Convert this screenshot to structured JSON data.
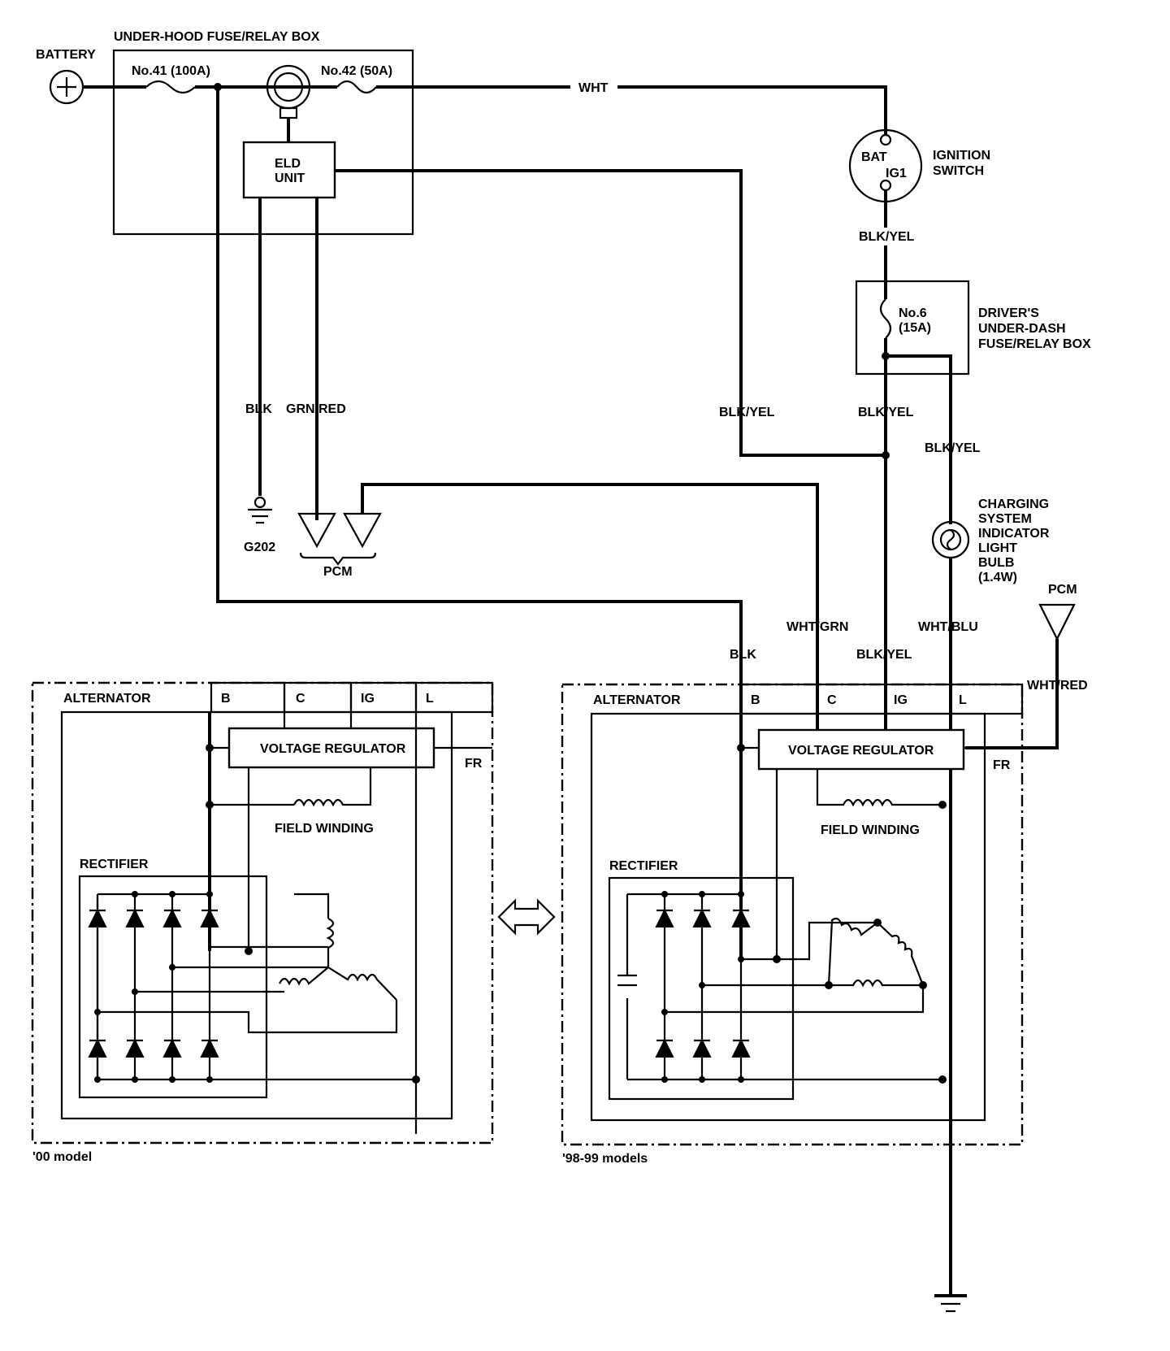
{
  "components": {
    "battery": "BATTERY",
    "fuse_box": "UNDER-HOOD FUSE/RELAY BOX",
    "fuse41": "No.41 (100A)",
    "fuse42": "No.42 (50A)",
    "eld_line1": "ELD",
    "eld_line2": "UNIT",
    "ignition_line1": "IGNITION",
    "ignition_line2": "SWITCH",
    "ign_bat": "BAT",
    "ign_ig1": "IG1",
    "dash_box_line1": "DRIVER'S",
    "dash_box_line2": "UNDER-DASH",
    "dash_box_line3": "FUSE/RELAY BOX",
    "fuse6_line1": "No.6",
    "fuse6_line2": "(15A)",
    "bulb_line1": "CHARGING",
    "bulb_line2": "SYSTEM",
    "bulb_line3": "INDICATOR",
    "bulb_line4": "LIGHT",
    "bulb_line5": "BULB",
    "bulb_line6": "(1.4W)",
    "ground_g202": "G202",
    "pcm_left": "PCM",
    "pcm_right": "PCM"
  },
  "wires": {
    "wht": "WHT",
    "blk_yel_ign": "BLK/YEL",
    "blk_eld": "BLK",
    "grn_red": "GRN/RED",
    "blk_yel_eld": "BLK/YEL",
    "blk_yel_fuse": "BLK/YEL",
    "blk_yel_bulb": "BLK/YEL",
    "wht_grn": "WHT/GRN",
    "wht_blu": "WHT/BLU",
    "blk_alt": "BLK",
    "blk_yel_alt": "BLK/YEL",
    "wht_red": "WHT/RED"
  },
  "alternator_00": {
    "title": "ALTERNATOR",
    "term_b": "B",
    "term_c": "C",
    "term_ig": "IG",
    "term_l": "L",
    "term_fr": "FR",
    "regulator": "VOLTAGE REGULATOR",
    "field": "FIELD WINDING",
    "rectifier": "RECTIFIER",
    "caption": "'00 model"
  },
  "alternator_98": {
    "title": "ALTERNATOR",
    "term_b": "B",
    "term_c": "C",
    "term_ig": "IG",
    "term_l": "L",
    "term_fr": "FR",
    "regulator": "VOLTAGE REGULATOR",
    "field": "FIELD WINDING",
    "rectifier": "RECTIFIER",
    "caption": "'98-99 models"
  }
}
